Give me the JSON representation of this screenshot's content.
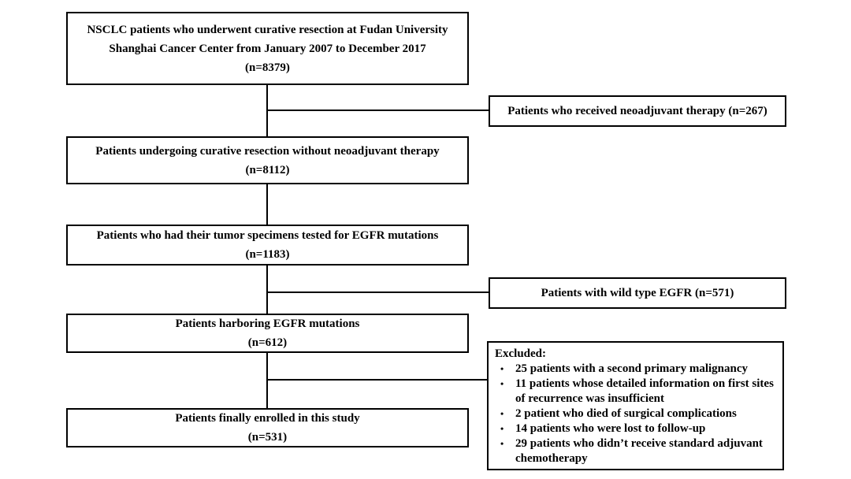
{
  "figure": {
    "background": "#ffffff",
    "line_color": "#000000",
    "text_color": "#000000"
  },
  "boxes": {
    "initial_cohort": {
      "lines": [
        "NSCLC patients who underwent curative resection at Fudan University",
        "Shanghai Cancer Center from January 2007 to December 2017",
        "(n=8379)"
      ]
    },
    "no_neoadjuvant": {
      "lines": [
        "Patients undergoing curative resection without neoadjuvant therapy",
        "(n=8112)"
      ]
    },
    "egfr_tested": {
      "lines": [
        "Patients who had their tumor specimens tested for EGFR mutations",
        "(n=1183)"
      ]
    },
    "egfr_mutations": {
      "lines": [
        "Patients harboring EGFR mutations",
        "(n=612)"
      ]
    },
    "enrolled": {
      "lines": [
        "Patients finally enrolled in this study",
        "(n=531)"
      ]
    },
    "neoadjuvant_removed": {
      "label": "Patients who received neoadjuvant therapy (n=267)"
    },
    "wild_type_removed": {
      "label": "Patients with wild type EGFR (n=571)"
    },
    "excluded": {
      "title": "Excluded:",
      "bullet_char": "•",
      "items": [
        "25 patients with a second primary malignancy",
        "11 patients whose detailed information on first sites of recurrence was insufficient",
        "2 patient who died of surgical complications",
        "14 patients who were lost to follow-up",
        "29 patients who didn’t receive standard adjuvant chemotherapy"
      ]
    }
  }
}
